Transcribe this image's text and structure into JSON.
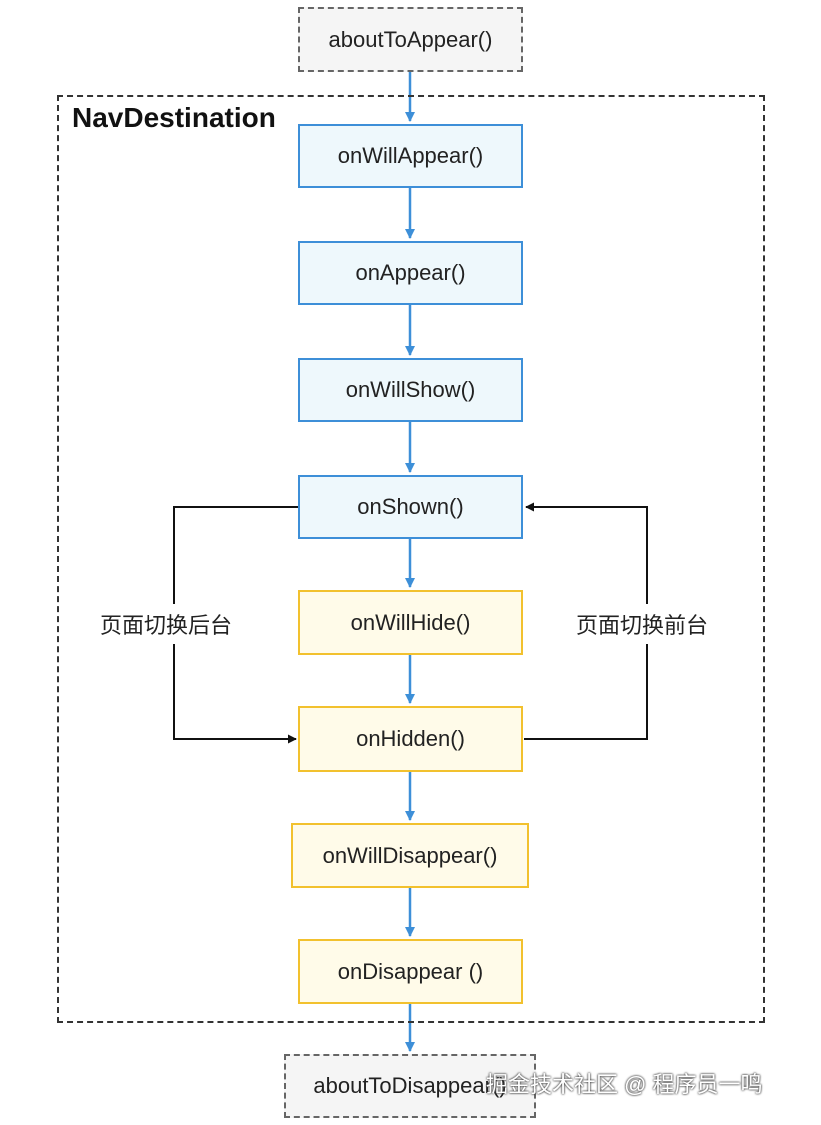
{
  "container": {
    "title": "NavDestination"
  },
  "nodes": {
    "about_to_appear": "aboutToAppear()",
    "on_will_appear": "onWillAppear()",
    "on_appear": "onAppear()",
    "on_will_show": "onWillShow()",
    "on_shown": "onShown()",
    "on_will_hide": "onWillHide()",
    "on_hidden": "onHidden()",
    "on_will_disappear": "onWillDisappear()",
    "on_disappear": "onDisappear ()",
    "about_to_disappear": "aboutToDisappear()"
  },
  "edge_labels": {
    "to_background": "页面切换后台",
    "to_foreground": "页面切换前台"
  },
  "watermark": "掘金技术社区 @ 程序员一鸣",
  "colors": {
    "edge_blue": "#3d8fd8",
    "edge_black": "#111111",
    "node_blue_border": "#3d8fd8",
    "node_blue_fill": "#eef8fc",
    "node_yellow_border": "#f2c12e",
    "node_yellow_fill": "#fffbe9",
    "node_external_fill": "#f5f5f5"
  }
}
